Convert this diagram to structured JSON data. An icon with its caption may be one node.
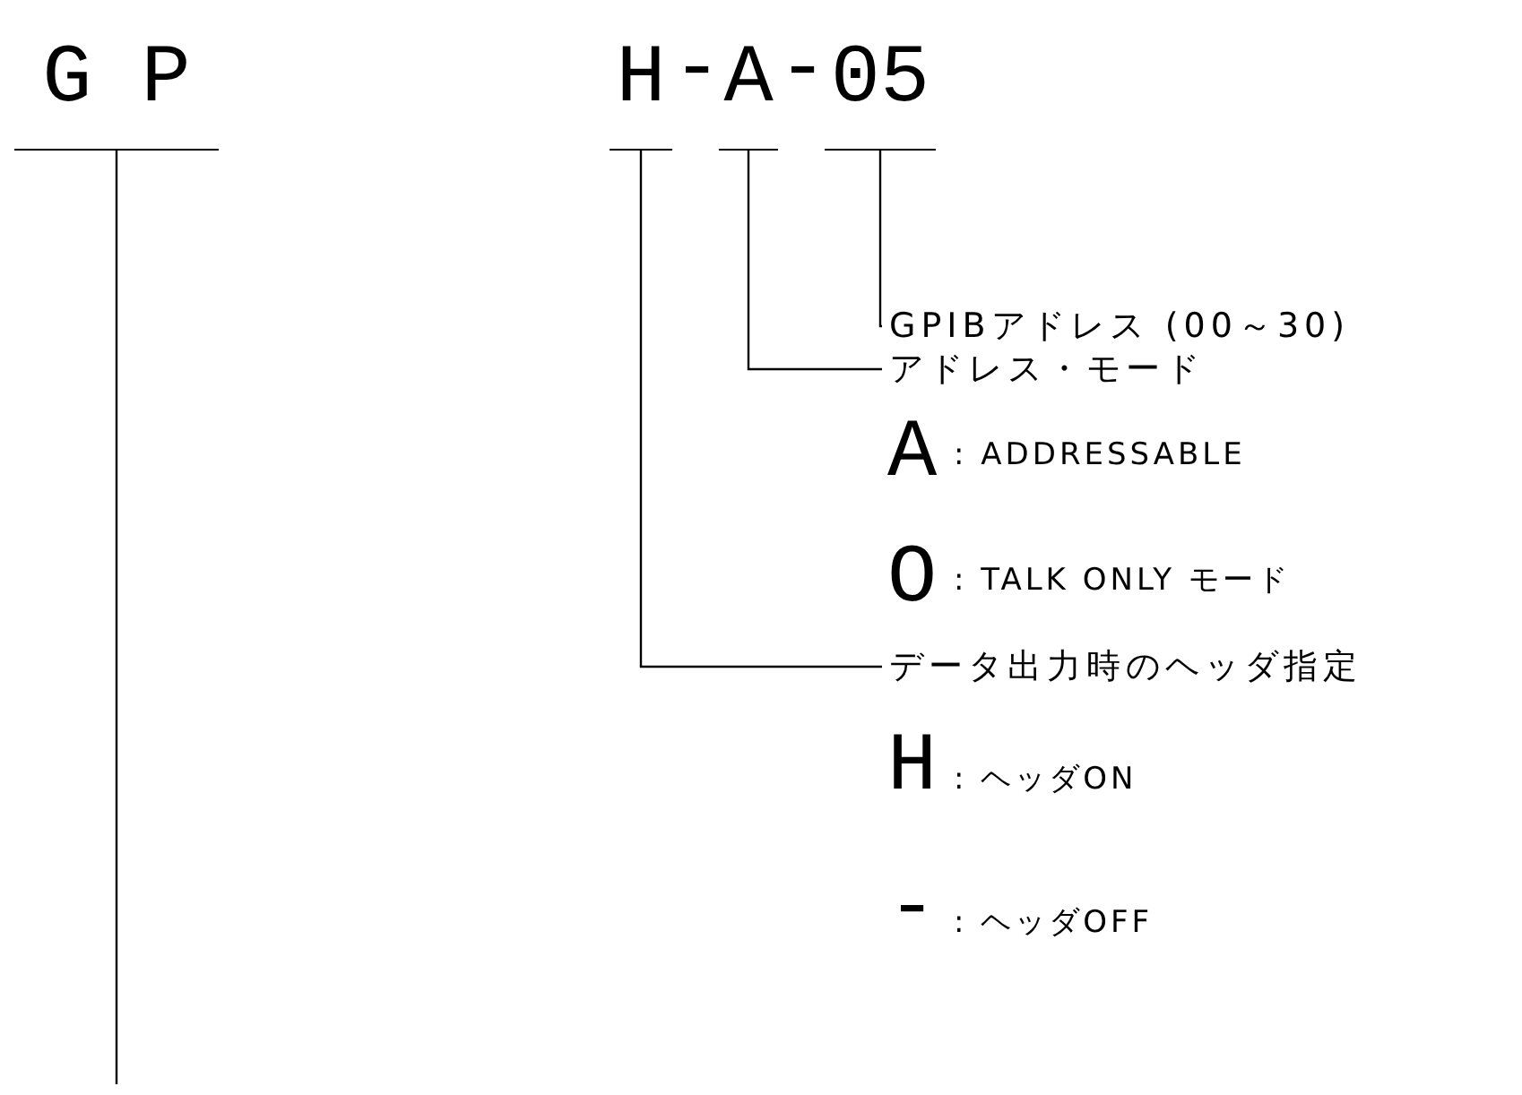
{
  "diagram": {
    "nodes": [
      {
        "text": [
          "G P"
        ]
      },
      {
        "text": [
          "H"
        ]
      },
      {
        "text": [
          "A"
        ]
      },
      {
        "text": [
          "05"
        ]
      },
      {
        "text": [
          "GPIBアドレス (00～30)"
        ]
      },
      {
        "text": [
          "アドレス・モード"
        ]
      },
      {
        "text": [
          "データ出力時のヘッダ指定"
        ]
      }
    ],
    "edges": [
      {
        "from": 0,
        "to": null,
        "arrow": "none"
      },
      {
        "from": 3,
        "to": 4,
        "arrow": "none"
      },
      {
        "from": 2,
        "to": 5,
        "arrow": "none"
      },
      {
        "from": 1,
        "to": 6,
        "arrow": "none"
      }
    ],
    "labels": [
      "-",
      "-",
      "A",
      ": ADDRESSABLE",
      "O",
      ": TALK ONLY モード",
      "H",
      ": ヘッダON",
      "-",
      ": ヘッダOFF"
    ]
  }
}
